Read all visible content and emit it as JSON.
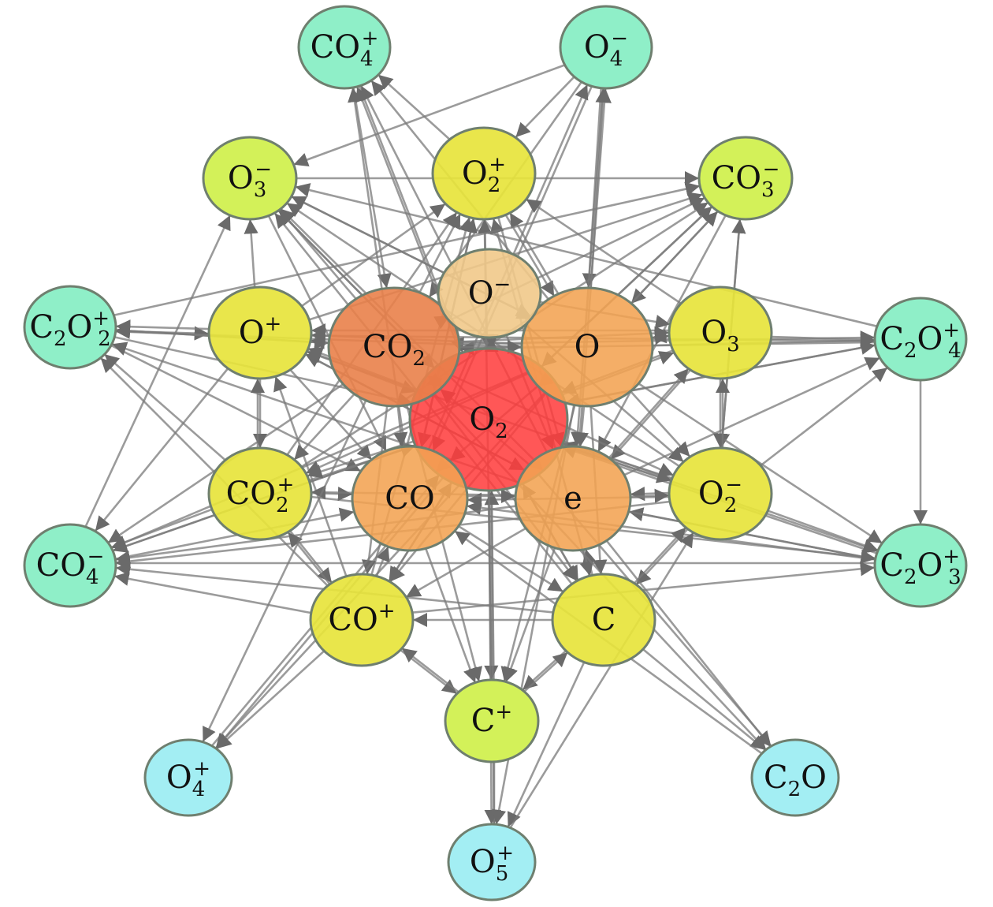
{
  "colors": {
    "edge": "#7a7a7a",
    "node_stroke": "#6f7f6f",
    "tier_red": "#ff3b3b",
    "tier_darkorange": "#e9814a",
    "tier_orange": "#f3a352",
    "tier_lightorange": "#f1c98a",
    "tier_yellow": "#e7e43c",
    "tier_lime": "#d3f159",
    "tier_green": "#8fefc8",
    "tier_cyan": "#a3eef3"
  },
  "nodes": [
    {
      "id": "O2",
      "base": "O",
      "sub": "2",
      "sup": "",
      "tier": "red"
    },
    {
      "id": "CO2",
      "base": "CO",
      "sub": "2",
      "sup": "",
      "tier": "darkorange"
    },
    {
      "id": "O",
      "base": "O",
      "sub": "",
      "sup": "",
      "tier": "orange"
    },
    {
      "id": "CO",
      "base": "CO",
      "sub": "",
      "sup": "",
      "tier": "orange"
    },
    {
      "id": "e",
      "base": "e",
      "sub": "",
      "sup": "",
      "tier": "orange"
    },
    {
      "id": "Om",
      "base": "O",
      "sub": "",
      "sup": "−",
      "tier": "lightorange"
    },
    {
      "id": "Op",
      "base": "O",
      "sub": "",
      "sup": "+",
      "tier": "yellow"
    },
    {
      "id": "O3",
      "base": "O",
      "sub": "3",
      "sup": "",
      "tier": "yellow"
    },
    {
      "id": "O2p",
      "base": "O",
      "sub": "2",
      "sup": "+",
      "tier": "yellow"
    },
    {
      "id": "CO2p",
      "base": "CO",
      "sub": "2",
      "sup": "+",
      "tier": "yellow"
    },
    {
      "id": "O2m",
      "base": "O",
      "sub": "2",
      "sup": "−",
      "tier": "yellow"
    },
    {
      "id": "COp",
      "base": "CO",
      "sub": "",
      "sup": "+",
      "tier": "yellow"
    },
    {
      "id": "C",
      "base": "C",
      "sub": "",
      "sup": "",
      "tier": "yellow"
    },
    {
      "id": "O3m",
      "base": "O",
      "sub": "3",
      "sup": "−",
      "tier": "lime"
    },
    {
      "id": "CO3m",
      "base": "CO",
      "sub": "3",
      "sup": "−",
      "tier": "lime"
    },
    {
      "id": "Cp",
      "base": "C",
      "sub": "",
      "sup": "+",
      "tier": "lime"
    },
    {
      "id": "CO4p",
      "base": "CO",
      "sub": "4",
      "sup": "+",
      "tier": "green"
    },
    {
      "id": "O4m",
      "base": "O",
      "sub": "4",
      "sup": "−",
      "tier": "green"
    },
    {
      "id": "C2O2p",
      "base": "C",
      "sub": "2",
      "sup": "",
      "tail_base": "O",
      "tail_sub": "2",
      "tail_sup": "+",
      "tier": "green"
    },
    {
      "id": "C2O4p",
      "base": "C",
      "sub": "2",
      "sup": "",
      "tail_base": "O",
      "tail_sub": "4",
      "tail_sup": "+",
      "tier": "green"
    },
    {
      "id": "CO4m",
      "base": "CO",
      "sub": "4",
      "sup": "−",
      "tier": "green"
    },
    {
      "id": "C2O3p",
      "base": "C",
      "sub": "2",
      "sup": "",
      "tail_base": "O",
      "tail_sub": "3",
      "tail_sup": "+",
      "tier": "green"
    },
    {
      "id": "O4p",
      "base": "O",
      "sub": "4",
      "sup": "+",
      "tier": "cyan"
    },
    {
      "id": "C2O",
      "base": "C",
      "sub": "2",
      "sup": "",
      "tail_base": "O",
      "tail_sub": "",
      "tail_sup": "",
      "tier": "cyan"
    },
    {
      "id": "O5p",
      "base": "O",
      "sub": "5",
      "sup": "+",
      "tier": "cyan"
    }
  ],
  "edges": [
    [
      "O4m",
      "O3m"
    ],
    [
      "O4m",
      "CO2"
    ],
    [
      "O4m",
      "O"
    ],
    [
      "O4m",
      "CO"
    ],
    [
      "O4m",
      "e"
    ],
    [
      "O4m",
      "O2p"
    ],
    [
      "CO",
      "O4m"
    ],
    [
      "O",
      "O4m"
    ],
    [
      "e",
      "O4m"
    ],
    [
      "CO4p",
      "CO2"
    ],
    [
      "CO4p",
      "O2"
    ],
    [
      "CO",
      "CO4p"
    ],
    [
      "e",
      "CO4p"
    ],
    [
      "O",
      "CO4p"
    ],
    [
      "O2p",
      "CO4p"
    ],
    [
      "O2",
      "CO4p"
    ],
    [
      "O3m",
      "CO3m"
    ],
    [
      "O3m",
      "O2"
    ],
    [
      "O3m",
      "O"
    ],
    [
      "O3m",
      "CO"
    ],
    [
      "O",
      "O3m"
    ],
    [
      "O2",
      "O3m"
    ],
    [
      "e",
      "O3m"
    ],
    [
      "CO2",
      "O3m"
    ],
    [
      "Op",
      "O3m"
    ],
    [
      "O2m",
      "O3m"
    ],
    [
      "C2O4p",
      "O3m"
    ],
    [
      "C",
      "O3m"
    ],
    [
      "O2p",
      "O2"
    ],
    [
      "O2p",
      "O"
    ],
    [
      "O2p",
      "e"
    ],
    [
      "O2p",
      "CO"
    ],
    [
      "O",
      "O2p"
    ],
    [
      "CO2",
      "O2p"
    ],
    [
      "CO",
      "O2p"
    ],
    [
      "O3",
      "O2p"
    ],
    [
      "COp",
      "O2p"
    ],
    [
      "CO2p",
      "O2p"
    ],
    [
      "Op",
      "O2p"
    ],
    [
      "C",
      "O2p"
    ],
    [
      "Cp",
      "O2p"
    ],
    [
      "CO3m",
      "O2"
    ],
    [
      "CO3m",
      "O"
    ],
    [
      "CO3m",
      "e"
    ],
    [
      "CO3m",
      "O2m"
    ],
    [
      "O2",
      "CO3m"
    ],
    [
      "CO2",
      "CO3m"
    ],
    [
      "O",
      "CO3m"
    ],
    [
      "C2O2p",
      "CO3m"
    ],
    [
      "CO2p",
      "CO3m"
    ],
    [
      "Op",
      "CO3m"
    ],
    [
      "O2m",
      "CO3m"
    ],
    [
      "C2O2p",
      "O2"
    ],
    [
      "C2O2p",
      "Op"
    ],
    [
      "C2O2p",
      "CO"
    ],
    [
      "C2O2p",
      "CO2"
    ],
    [
      "Op",
      "C2O2p"
    ],
    [
      "O",
      "C2O2p"
    ],
    [
      "CO2",
      "C2O2p"
    ],
    [
      "CO2p",
      "C2O2p"
    ],
    [
      "e",
      "C2O2p"
    ],
    [
      "COp",
      "C2O2p"
    ],
    [
      "C2O4p",
      "O2"
    ],
    [
      "C2O4p",
      "CO2"
    ],
    [
      "C2O4p",
      "C2O3p"
    ],
    [
      "O3",
      "C2O4p"
    ],
    [
      "O2",
      "C2O4p"
    ],
    [
      "O",
      "C2O4p"
    ],
    [
      "Op",
      "C2O4p"
    ],
    [
      "CO2",
      "C2O4p"
    ],
    [
      "e",
      "C2O4p"
    ],
    [
      "O2m",
      "C2O4p"
    ],
    [
      "C2O3p",
      "O2"
    ],
    [
      "C2O3p",
      "CO"
    ],
    [
      "C2O3p",
      "CO4m"
    ],
    [
      "C2O3p",
      "e"
    ],
    [
      "O2",
      "C2O3p"
    ],
    [
      "O",
      "C2O3p"
    ],
    [
      "CO2p",
      "C2O3p"
    ],
    [
      "O2m",
      "C2O3p"
    ],
    [
      "e",
      "C2O3p"
    ],
    [
      "COp",
      "C2O3p"
    ],
    [
      "CO4m",
      "O2"
    ],
    [
      "CO4m",
      "CO"
    ],
    [
      "CO4m",
      "O3m"
    ],
    [
      "O2",
      "CO4m"
    ],
    [
      "Op",
      "CO4m"
    ],
    [
      "CO2",
      "CO4m"
    ],
    [
      "O",
      "CO4m"
    ],
    [
      "CO2p",
      "CO4m"
    ],
    [
      "COp",
      "CO4m"
    ],
    [
      "e",
      "CO4m"
    ],
    [
      "C",
      "CO4m"
    ],
    [
      "O2m",
      "CO4m"
    ],
    [
      "Op",
      "O2"
    ],
    [
      "Op",
      "CO"
    ],
    [
      "Op",
      "e"
    ],
    [
      "Op",
      "CO2p"
    ],
    [
      "O2",
      "Op"
    ],
    [
      "CO2",
      "Op"
    ],
    [
      "O",
      "Op"
    ],
    [
      "e",
      "Op"
    ],
    [
      "CO2p",
      "Op"
    ],
    [
      "COp",
      "Op"
    ],
    [
      "O3",
      "Op"
    ],
    [
      "O2m",
      "Op"
    ],
    [
      "O3",
      "O2"
    ],
    [
      "O3",
      "O"
    ],
    [
      "O3",
      "e"
    ],
    [
      "O3",
      "O2m"
    ],
    [
      "O2",
      "O3"
    ],
    [
      "O",
      "O3"
    ],
    [
      "e",
      "O3"
    ],
    [
      "O2m",
      "O3"
    ],
    [
      "CO2",
      "O3"
    ],
    [
      "Om",
      "O3"
    ],
    [
      "CO2p",
      "O2"
    ],
    [
      "CO2p",
      "CO"
    ],
    [
      "CO2p",
      "COp"
    ],
    [
      "O2",
      "CO2p"
    ],
    [
      "CO2",
      "CO2p"
    ],
    [
      "O",
      "CO2p"
    ],
    [
      "e",
      "CO2p"
    ],
    [
      "COp",
      "CO2p"
    ],
    [
      "O2m",
      "O2"
    ],
    [
      "O2m",
      "e"
    ],
    [
      "O2m",
      "CO"
    ],
    [
      "O2m",
      "C"
    ],
    [
      "O2",
      "O2m"
    ],
    [
      "O",
      "O2m"
    ],
    [
      "e",
      "O2m"
    ],
    [
      "CO2",
      "O2m"
    ],
    [
      "C",
      "O2m"
    ],
    [
      "Om",
      "O2m"
    ],
    [
      "COp",
      "O2"
    ],
    [
      "COp",
      "CO"
    ],
    [
      "COp",
      "Cp"
    ],
    [
      "COp",
      "O4p"
    ],
    [
      "O2",
      "COp"
    ],
    [
      "CO2",
      "COp"
    ],
    [
      "O",
      "COp"
    ],
    [
      "e",
      "COp"
    ],
    [
      "C",
      "COp"
    ],
    [
      "Cp",
      "COp"
    ],
    [
      "C",
      "O2"
    ],
    [
      "C",
      "e"
    ],
    [
      "C",
      "Cp"
    ],
    [
      "C",
      "C2O"
    ],
    [
      "C",
      "O5p"
    ],
    [
      "O2",
      "C"
    ],
    [
      "CO2",
      "C"
    ],
    [
      "O",
      "C"
    ],
    [
      "e",
      "C"
    ],
    [
      "CO",
      "C"
    ],
    [
      "Cp",
      "C"
    ],
    [
      "Cp",
      "O2"
    ],
    [
      "Cp",
      "O5p"
    ],
    [
      "O2",
      "Cp"
    ],
    [
      "CO2",
      "Cp"
    ],
    [
      "O",
      "Cp"
    ],
    [
      "e",
      "Cp"
    ],
    [
      "CO",
      "Cp"
    ],
    [
      "O4p",
      "O2"
    ],
    [
      "O",
      "O4p"
    ],
    [
      "CO2",
      "O4p"
    ],
    [
      "O2",
      "O4p"
    ],
    [
      "C2O",
      "CO"
    ],
    [
      "CO2",
      "C2O"
    ],
    [
      "O2",
      "C2O"
    ],
    [
      "e",
      "C2O"
    ],
    [
      "O5p",
      "O2"
    ],
    [
      "O5p",
      "O2m"
    ],
    [
      "O2",
      "O5p"
    ],
    [
      "O",
      "O5p"
    ],
    [
      "Om",
      "O2"
    ],
    [
      "Om",
      "CO2"
    ],
    [
      "O2",
      "Om"
    ],
    [
      "O",
      "Om"
    ],
    [
      "Om",
      "e"
    ],
    [
      "CO2",
      "O2"
    ],
    [
      "O2",
      "CO2"
    ],
    [
      "CO2",
      "O"
    ],
    [
      "O",
      "CO"
    ],
    [
      "CO",
      "e"
    ],
    [
      "e",
      "O2"
    ],
    [
      "O2",
      "O"
    ],
    [
      "O",
      "e"
    ],
    [
      "CO",
      "O2"
    ],
    [
      "CO2",
      "CO"
    ],
    [
      "e",
      "CO2"
    ]
  ]
}
